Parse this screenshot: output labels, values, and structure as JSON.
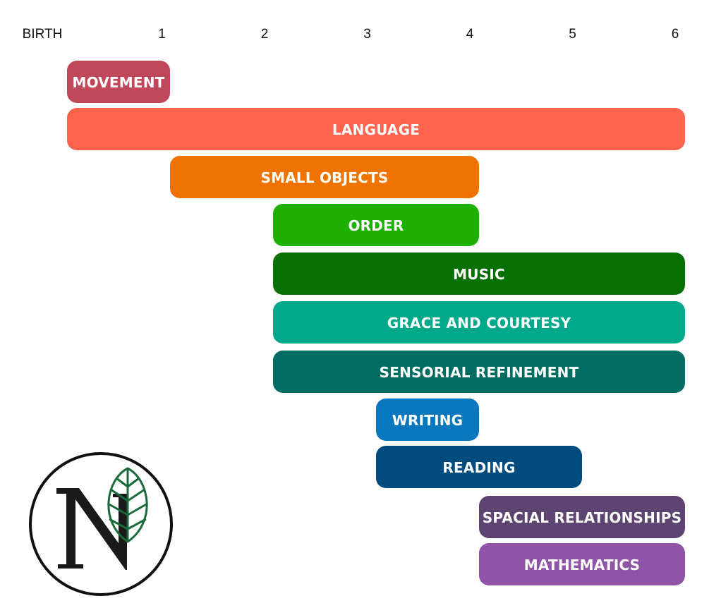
{
  "chart_data": {
    "type": "bar",
    "orientation": "horizontal-range",
    "title": "",
    "xlabel": "",
    "ylabel": "",
    "x_tick_labels": [
      "BIRTH",
      "1",
      "2",
      "3",
      "4",
      "5",
      "6"
    ],
    "x_ticks": [
      0,
      1,
      2,
      3,
      4,
      5,
      6
    ],
    "xlim": [
      0,
      6
    ],
    "axis_position": "top",
    "grid": false,
    "legend": "none",
    "bars": [
      {
        "label": "MOVEMENT",
        "start": 0,
        "end": 1,
        "color": "#c0485a"
      },
      {
        "label": "LANGUAGE",
        "start": 0,
        "end": 6,
        "color": "#fe634e"
      },
      {
        "label": "SMALL OBJECTS",
        "start": 1,
        "end": 4,
        "color": "#f07300"
      },
      {
        "label": "ORDER",
        "start": 2,
        "end": 4,
        "color": "#1eb000"
      },
      {
        "label": "MUSIC",
        "start": 2,
        "end": 6,
        "color": "#067000"
      },
      {
        "label": "GRACE AND COURTESY",
        "start": 2,
        "end": 6,
        "color": "#00a98a"
      },
      {
        "label": "SENSORIAL REFINEMENT",
        "start": 2,
        "end": 6,
        "color": "#006c62"
      },
      {
        "label": "WRITING",
        "start": 3,
        "end": 4,
        "color": "#0877be"
      },
      {
        "label": "READING",
        "start": 3,
        "end": 5,
        "color": "#004c7f"
      },
      {
        "label": "SPACIAL RELATIONSHIPS",
        "start": 4,
        "end": 6,
        "color": "#5e4571"
      },
      {
        "label": "MATHEMATICS",
        "start": 4,
        "end": 6,
        "color": "#8f54a8"
      }
    ]
  },
  "logo": {
    "letter": "N",
    "icon": "leaf-icon",
    "leaf_color": "#1a6b3c"
  }
}
